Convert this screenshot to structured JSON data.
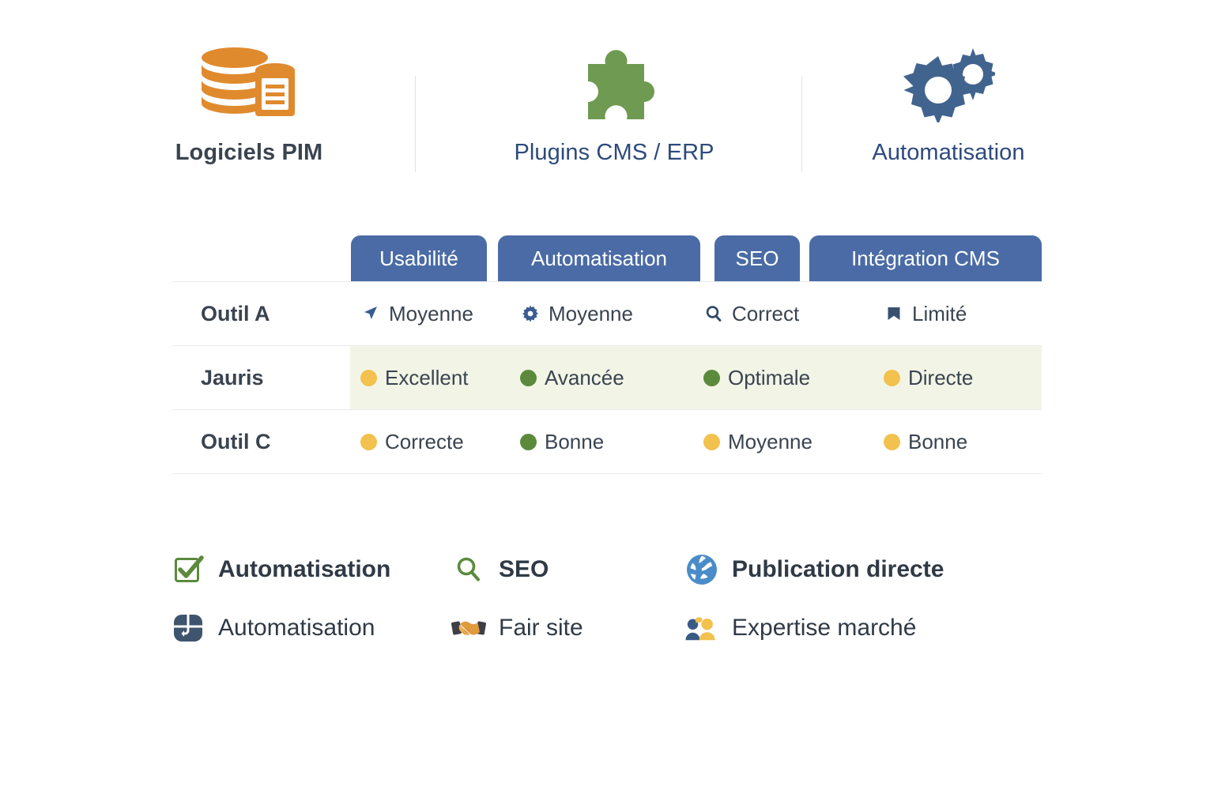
{
  "top_categories": [
    {
      "icon": "database-stack-icon",
      "label": "Logiciels PIM",
      "color": "#e08a2e"
    },
    {
      "icon": "puzzle-piece-icon",
      "label": "Plugins CMS / ERP",
      "color": "#6f9a51"
    },
    {
      "icon": "gears-icon",
      "label": "Automatisation",
      "color": "#41648f"
    }
  ],
  "comparison_table": {
    "columns": [
      "Usabilité",
      "Automatisation",
      "SEO",
      "Intégration CMS"
    ],
    "rows": [
      {
        "label": "Outil A",
        "highlighted": false,
        "cells": [
          {
            "icon": "arrow-cursor-icon",
            "marker": "icon",
            "text": "Moyenne"
          },
          {
            "icon": "gear-icon",
            "marker": "icon",
            "text": "Moyenne"
          },
          {
            "icon": "search-icon",
            "marker": "icon",
            "text": "Correct"
          },
          {
            "icon": "bookmark-icon",
            "marker": "icon",
            "text": "Limité"
          }
        ]
      },
      {
        "label": "Jauris",
        "highlighted": true,
        "cells": [
          {
            "marker": "dot",
            "dot": "amber",
            "text": "Excellent"
          },
          {
            "marker": "dot",
            "dot": "green",
            "text": "Avancée"
          },
          {
            "marker": "dot",
            "dot": "green",
            "text": "Optimale"
          },
          {
            "marker": "dot",
            "dot": "amber",
            "text": "Directe"
          }
        ]
      },
      {
        "label": "Outil C",
        "highlighted": false,
        "cells": [
          {
            "marker": "dot",
            "dot": "amber",
            "text": "Correcte"
          },
          {
            "marker": "dot",
            "dot": "green",
            "text": "Bonne"
          },
          {
            "marker": "dot",
            "dot": "amber",
            "text": "Moyenne"
          },
          {
            "marker": "dot",
            "dot": "amber",
            "text": "Bonne"
          }
        ]
      }
    ],
    "header_color": "#4a6ba5",
    "highlight_row_color": "#f2f5e6"
  },
  "features": [
    [
      {
        "icon": "checkbox-checked-icon",
        "label": "Automatisation",
        "bold": true
      },
      {
        "icon": "search-icon",
        "label": "SEO",
        "bold": true
      },
      {
        "icon": "globe-icon",
        "label": "Publication directe",
        "bold": true
      }
    ],
    [
      {
        "icon": "layout-panels-icon",
        "label": "Automatisation",
        "bold": false
      },
      {
        "icon": "handshake-icon",
        "label": "Fair site",
        "bold": false
      },
      {
        "icon": "two-people-icon",
        "label": "Expertise marché",
        "bold": false
      }
    ]
  ]
}
